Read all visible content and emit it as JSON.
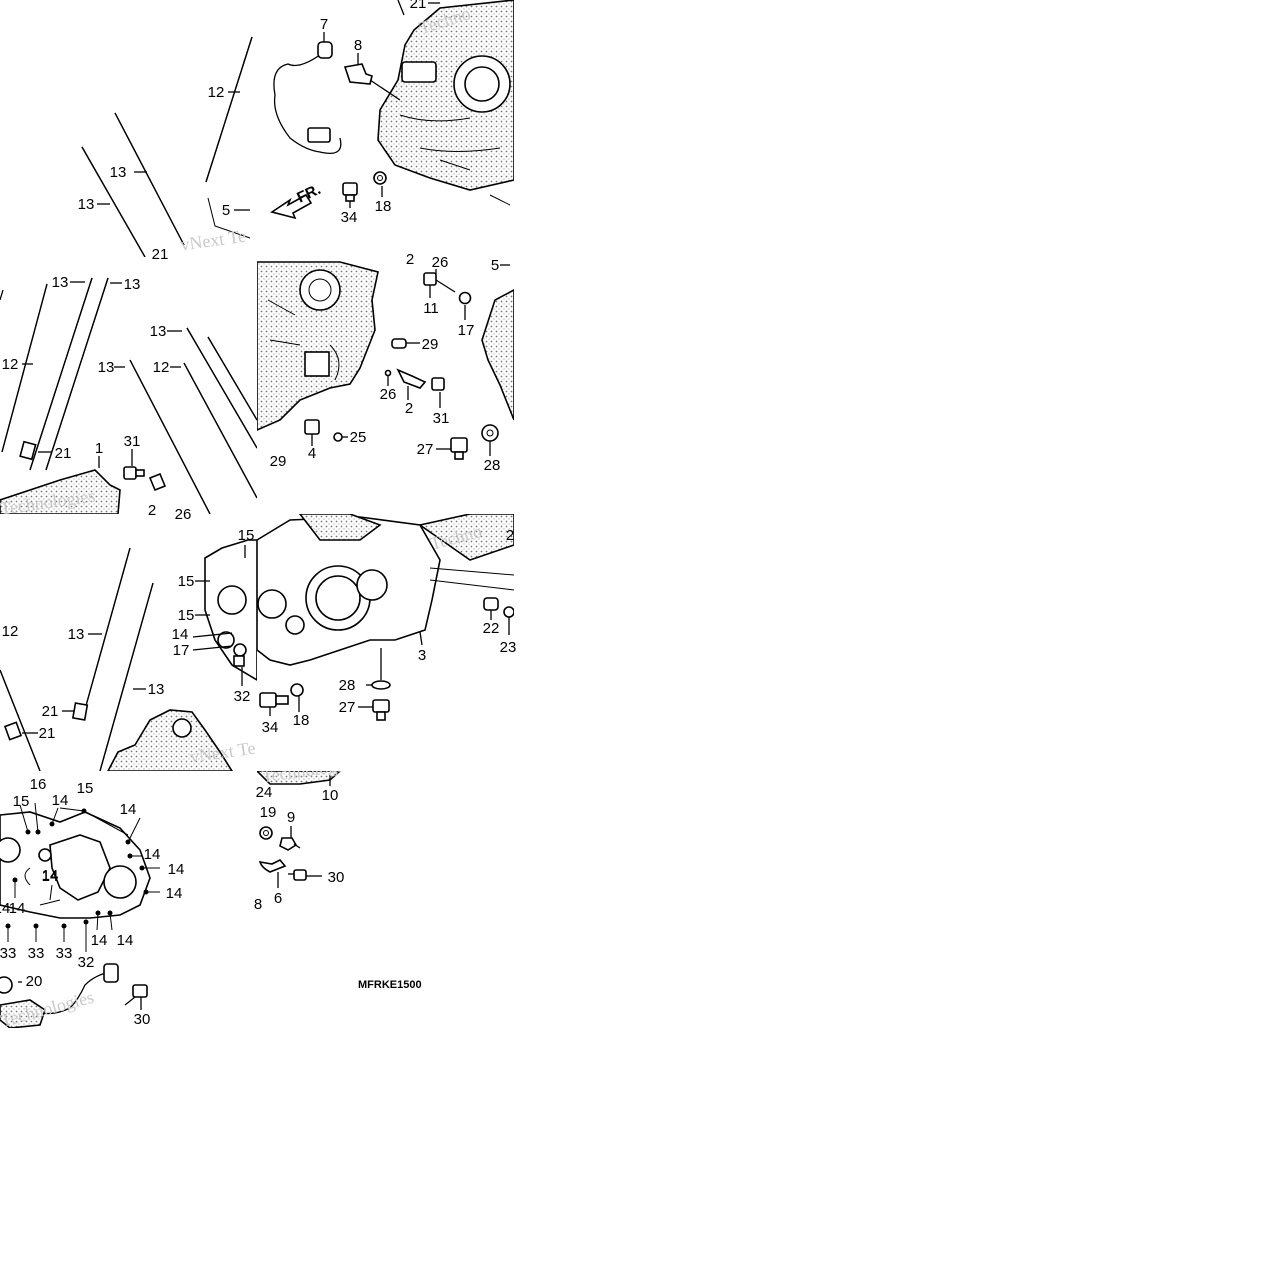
{
  "diagram_code": "MFRKE1500",
  "front_arrow": "FR.",
  "watermark": {
    "text_a": "vNext Te",
    "text_b": "Technologies",
    "text_c": "Techno"
  },
  "callouts": [
    {
      "id": "c7",
      "text": "7"
    },
    {
      "id": "c8",
      "text": "8"
    },
    {
      "id": "c12a",
      "text": "12"
    },
    {
      "id": "c13a",
      "text": "13"
    },
    {
      "id": "c13b",
      "text": "13"
    },
    {
      "id": "c5a",
      "text": "5"
    },
    {
      "id": "c34a",
      "text": "34"
    },
    {
      "id": "c18a",
      "text": "18"
    },
    {
      "id": "c21a",
      "text": "21"
    },
    {
      "id": "c21top",
      "text": "21"
    },
    {
      "id": "c13c",
      "text": "13"
    },
    {
      "id": "c13d",
      "text": "13"
    },
    {
      "id": "c12b",
      "text": "12"
    },
    {
      "id": "c13e",
      "text": "13"
    },
    {
      "id": "c13f",
      "text": "13"
    },
    {
      "id": "c12c",
      "text": "12"
    },
    {
      "id": "c21b",
      "text": "21"
    },
    {
      "id": "c1",
      "text": "1"
    },
    {
      "id": "c31a",
      "text": "31"
    },
    {
      "id": "c2a",
      "text": "2"
    },
    {
      "id": "c26a",
      "text": "26"
    },
    {
      "id": "c29a",
      "text": "29"
    },
    {
      "id": "c2top",
      "text": "2"
    },
    {
      "id": "c26b",
      "text": "26"
    },
    {
      "id": "c11",
      "text": "11"
    },
    {
      "id": "c17a",
      "text": "17"
    },
    {
      "id": "c5b",
      "text": "5"
    },
    {
      "id": "c29b",
      "text": "29"
    },
    {
      "id": "c26c",
      "text": "26"
    },
    {
      "id": "c2b",
      "text": "2"
    },
    {
      "id": "c31b",
      "text": "31"
    },
    {
      "id": "c4",
      "text": "4"
    },
    {
      "id": "c25",
      "text": "25"
    },
    {
      "id": "c27a",
      "text": "27"
    },
    {
      "id": "c28a",
      "text": "28"
    },
    {
      "id": "c12d",
      "text": "12"
    },
    {
      "id": "c13g",
      "text": "13"
    },
    {
      "id": "c13h",
      "text": "13"
    },
    {
      "id": "c21c",
      "text": "21"
    },
    {
      "id": "c21d",
      "text": "21"
    },
    {
      "id": "c15a",
      "text": "15"
    },
    {
      "id": "c15b",
      "text": "15"
    },
    {
      "id": "c15c",
      "text": "15"
    },
    {
      "id": "c14a",
      "text": "14"
    },
    {
      "id": "c17b",
      "text": "17"
    },
    {
      "id": "c32a",
      "text": "32"
    },
    {
      "id": "c34b",
      "text": "34"
    },
    {
      "id": "c18b",
      "text": "18"
    },
    {
      "id": "c22",
      "text": "22"
    },
    {
      "id": "c23",
      "text": "23"
    },
    {
      "id": "c3",
      "text": "3"
    },
    {
      "id": "c28b",
      "text": "28"
    },
    {
      "id": "c27b",
      "text": "27"
    },
    {
      "id": "c2c",
      "text": "2"
    },
    {
      "id": "c16",
      "text": "16"
    },
    {
      "id": "c15d",
      "text": "15"
    },
    {
      "id": "c14b",
      "text": "14"
    },
    {
      "id": "c15e",
      "text": "15"
    },
    {
      "id": "c14c",
      "text": "14"
    },
    {
      "id": "c14d",
      "text": "14"
    },
    {
      "id": "c14e",
      "text": "14"
    },
    {
      "id": "c14f",
      "text": "14"
    },
    {
      "id": "c14g",
      "text": "14"
    },
    {
      "id": "c14h",
      "text": "14"
    },
    {
      "id": "c14i",
      "text": "14"
    },
    {
      "id": "c14j",
      "text": "14"
    },
    {
      "id": "c33a",
      "text": "33"
    },
    {
      "id": "c33b",
      "text": "33"
    },
    {
      "id": "c33c",
      "text": "33"
    },
    {
      "id": "c32b",
      "text": "32"
    },
    {
      "id": "c14k",
      "text": "14"
    },
    {
      "id": "c14l",
      "text": "14"
    },
    {
      "id": "c20",
      "text": "20"
    },
    {
      "id": "c30a",
      "text": "30"
    },
    {
      "id": "c24",
      "text": "24"
    },
    {
      "id": "c10",
      "text": "10"
    },
    {
      "id": "c19",
      "text": "19"
    },
    {
      "id": "c9",
      "text": "9"
    },
    {
      "id": "c30b",
      "text": "30"
    },
    {
      "id": "c6",
      "text": "6"
    },
    {
      "id": "c8b",
      "text": "8"
    }
  ]
}
